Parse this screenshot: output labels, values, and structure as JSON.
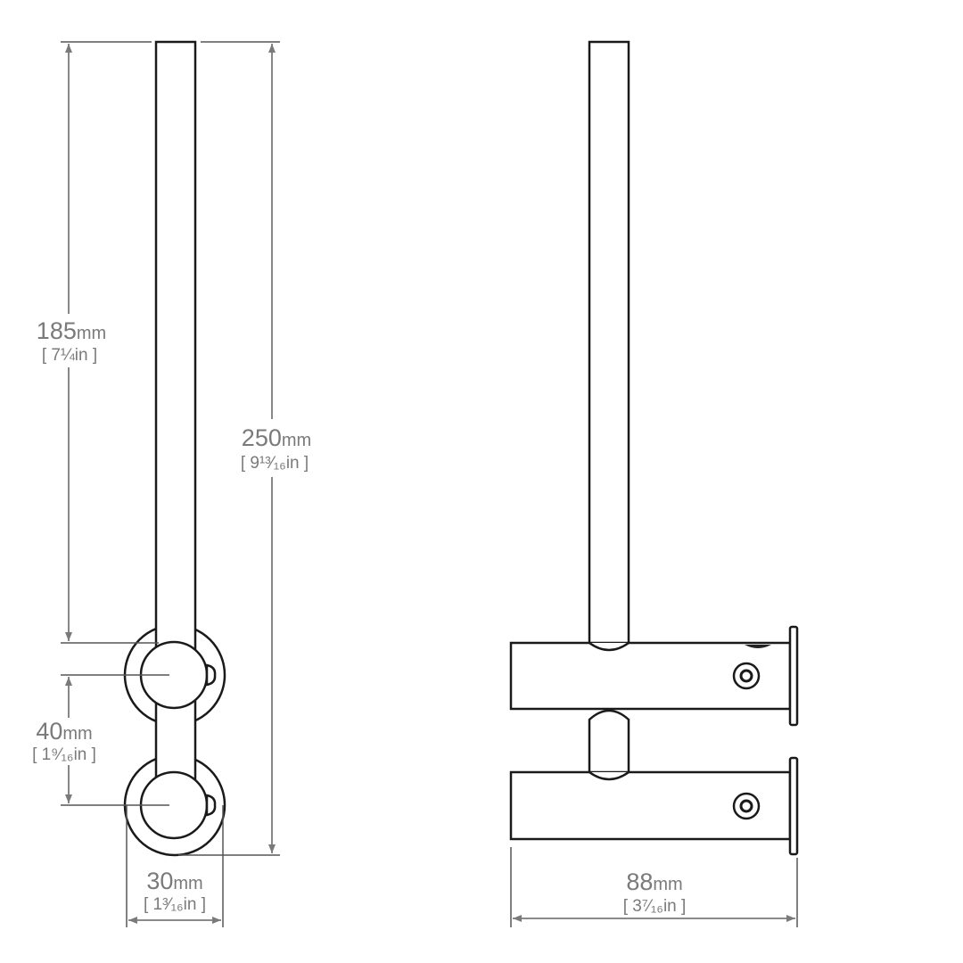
{
  "dimensions": {
    "arm_length": {
      "value": "185",
      "unit": "mm",
      "imperial": "[ 7¼in ]"
    },
    "total_height": {
      "value": "250",
      "unit": "mm",
      "imperial": "[ 9¹³⁄₁₆in ]"
    },
    "bracket_spacing": {
      "value": "40",
      "unit": "mm",
      "imperial": "[ 1⁹⁄₁₆in ]"
    },
    "width": {
      "value": "30",
      "unit": "mm",
      "imperial": "[ 1³⁄₁₆in ]"
    },
    "depth": {
      "value": "88",
      "unit": "mm",
      "imperial": "[ 3⁷⁄₁₆in ]"
    }
  }
}
